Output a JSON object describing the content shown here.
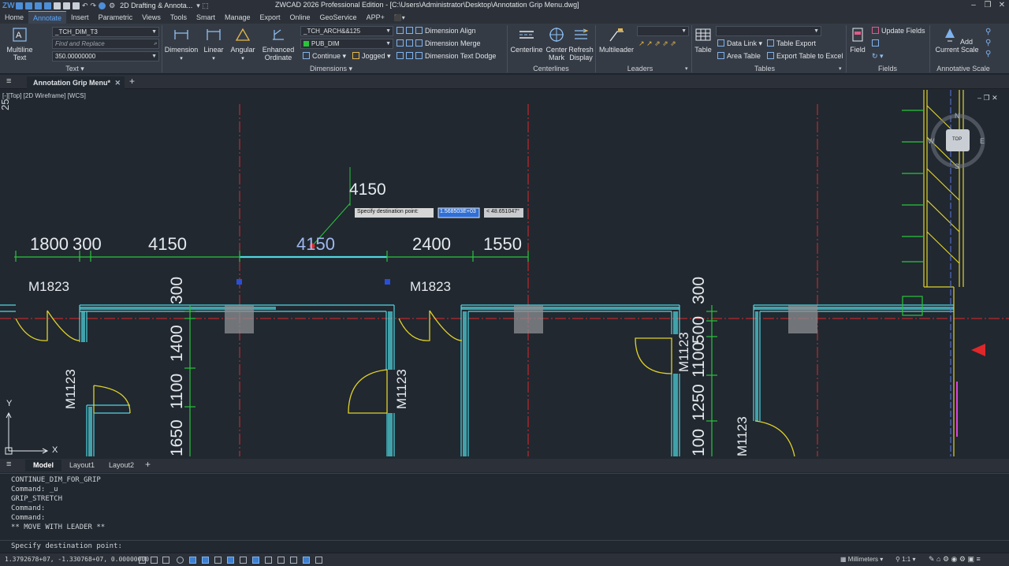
{
  "titlebar": {
    "workspace": "2D Drafting & Annota...",
    "app_title": "ZWCAD 2026 Professional Edition - [C:\\Users\\Administrator\\Desktop\\Annotation Grip Menu.dwg]"
  },
  "menu": {
    "tabs": [
      "Home",
      "Annotate",
      "Insert",
      "Parametric",
      "Views",
      "Tools",
      "Smart",
      "Manage",
      "Export",
      "Online",
      "GeoService",
      "APP+"
    ],
    "active": "Annotate"
  },
  "ribbon": {
    "text_panel": {
      "multiline_label": "Multiline\nText",
      "style_combo": "_TCH_DIM_T3",
      "find_placeholder": "Find and Replace",
      "height_combo": "350.00000000",
      "panel_label": "Text"
    },
    "dimensions_panel": {
      "dimension": "Dimension",
      "linear": "Linear",
      "angular": "Angular",
      "enhanced_ordinate": "Enhanced\nOrdinate",
      "dimstyle_combo": "_TCH_ARCH&&125",
      "layer_combo": "PUB_DIM",
      "continue": "Continue",
      "jogged": "Jogged",
      "dimension_align": "Dimension Align",
      "dimension_merge": "Dimension Merge",
      "dimension_text_dodge": "Dimension Text Dodge",
      "panel_label": "Dimensions"
    },
    "centerlines_panel": {
      "centerline": "Centerline",
      "center_mark": "Center\nMark",
      "refresh_display": "Refresh\nDisplay",
      "panel_label": "Centerlines"
    },
    "leaders_panel": {
      "multileader": "Multileader",
      "panel_label": "Leaders"
    },
    "tables_panel": {
      "table": "Table",
      "data_link": "Data Link",
      "table_export": "Table Export",
      "area_table": "Area Table",
      "export_table_to_excel": "Export Table to Excel",
      "panel_label": "Tables"
    },
    "fields_panel": {
      "field": "Field",
      "update_fields": "Update Fields",
      "panel_label": "Fields"
    },
    "annoscale_panel": {
      "add_current_scale": "Add\nCurrent Scale",
      "panel_label": "Annotative Scale"
    }
  },
  "document_tab": "Annotation Grip Menu*",
  "viewport_label": "[-][Top] [2D Wireframe] [WCS]",
  "drawing": {
    "dims_top": [
      "1800",
      "300",
      "4150",
      "4150",
      "2400",
      "1550"
    ],
    "dim_moving": "4150",
    "door_labels": [
      "M1823",
      "M1823",
      "M1123",
      "M1123",
      "M1123",
      "M1123"
    ],
    "dims_left": [
      "300",
      "1400",
      "1100",
      "1650"
    ],
    "dims_right": [
      "300",
      "500",
      "1100",
      "1250",
      "100"
    ],
    "partial_dim": "25",
    "tooltip_prompt": "Specify destination point:",
    "tooltip_distance": "1.568503E+03",
    "tooltip_angle": "< 48.651047°",
    "ucs_y": "Y",
    "ucs_x": "X",
    "viewcube_top": "TOP",
    "compass": {
      "n": "N",
      "e": "E",
      "s": "S",
      "w": "W"
    },
    "colors": {
      "wall": "#4fd6e0",
      "dim": "#29c43a",
      "axis": "#e0272a",
      "door": "#e0d22a",
      "selected": "#5aa7ff",
      "grip": "#2a4fd6"
    }
  },
  "layout_tabs": [
    "Model",
    "Layout1",
    "Layout2"
  ],
  "command_history": [
    "CONTINUE_DIM_FOR_GRIP",
    "Command: _u",
    "GRIP_STRETCH",
    "Command:",
    "Command:",
    "** MOVE WITH LEADER **"
  ],
  "command_prompt": "Specify destination point:",
  "status": {
    "coordinates": "1.3792678+07,  -1.330768+07,  0.00000000",
    "units": "Millimeters",
    "scale": "1:1"
  }
}
